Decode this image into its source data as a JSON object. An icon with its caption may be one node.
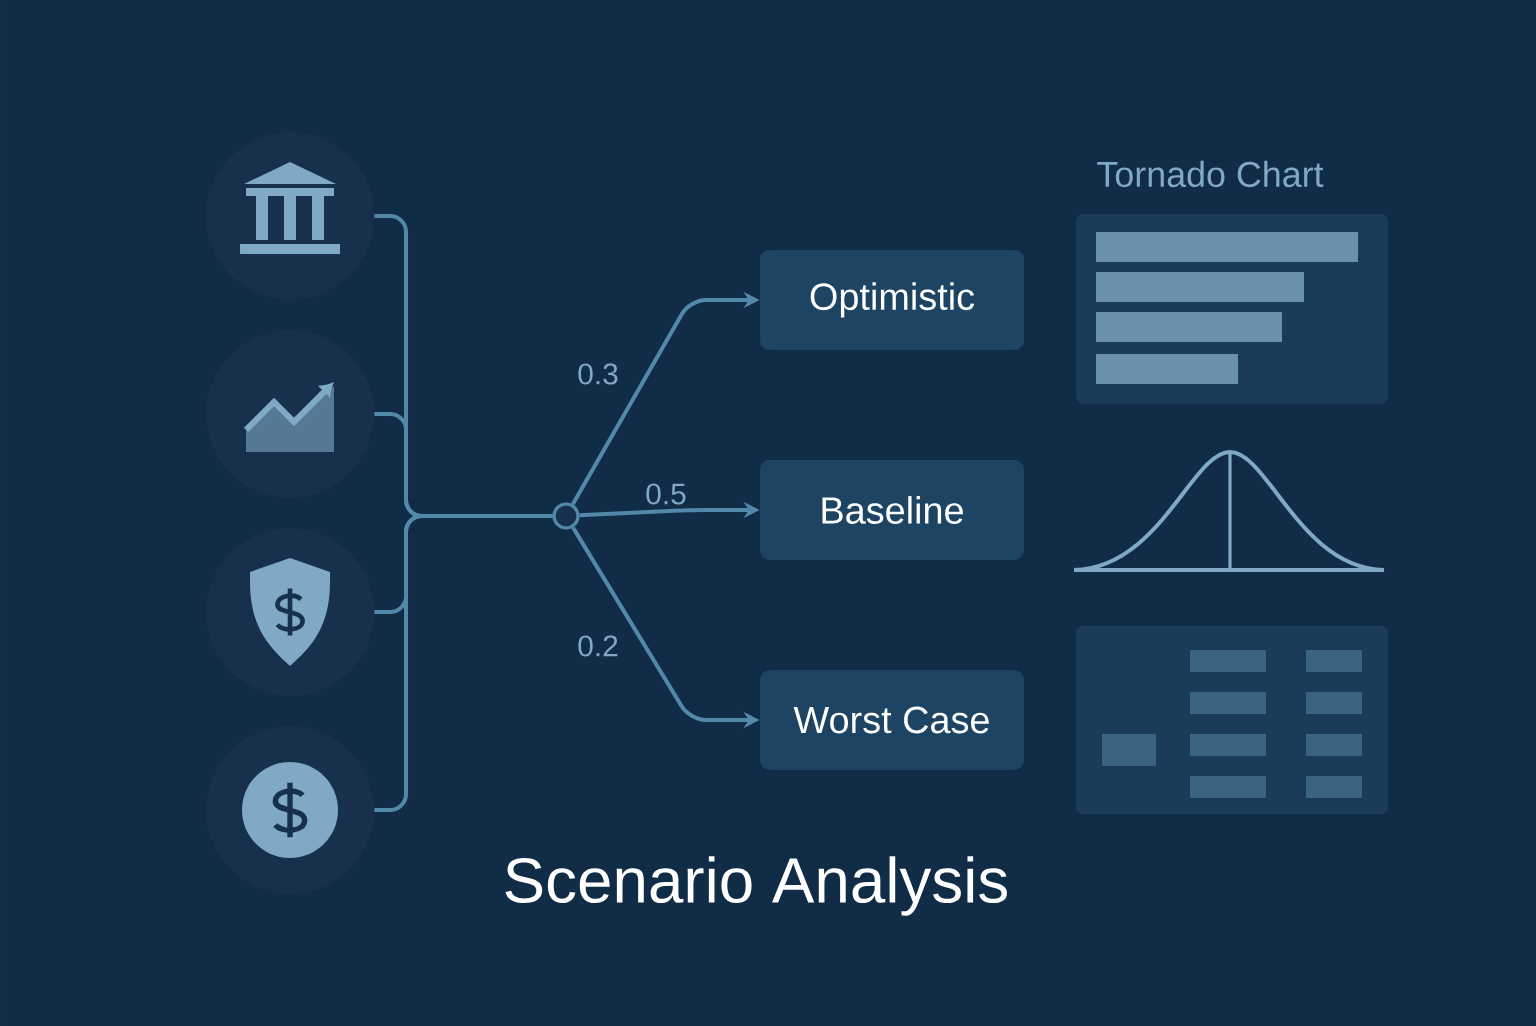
{
  "diagram": {
    "title": "Scenario Analysis",
    "nodes": [
      {
        "text": [],
        "shape": "circle"
      },
      {
        "text": [],
        "shape": "circle"
      },
      {
        "text": [],
        "shape": "circle"
      },
      {
        "text": [],
        "shape": "circle"
      },
      {
        "text": [],
        "shape": "circle"
      },
      {
        "text": [
          "Optimistic"
        ]
      },
      {
        "text": [
          "Baseline"
        ]
      },
      {
        "text": [
          "Worst Case"
        ]
      }
    ],
    "edges": [
      {
        "from": 0,
        "to": 4,
        "arrow": "none"
      },
      {
        "from": 1,
        "to": 4,
        "arrow": "none"
      },
      {
        "from": 2,
        "to": 4,
        "arrow": "none"
      },
      {
        "from": 3,
        "to": 4,
        "arrow": "none"
      },
      {
        "from": 4,
        "to": 5,
        "arrow": "to",
        "label": "0.3"
      },
      {
        "from": 4,
        "to": 6,
        "arrow": "to",
        "label": "0.5"
      },
      {
        "from": 4,
        "to": 7,
        "arrow": "to",
        "label": "0.2"
      }
    ],
    "labels": [
      "Tornado Chart"
    ]
  }
}
